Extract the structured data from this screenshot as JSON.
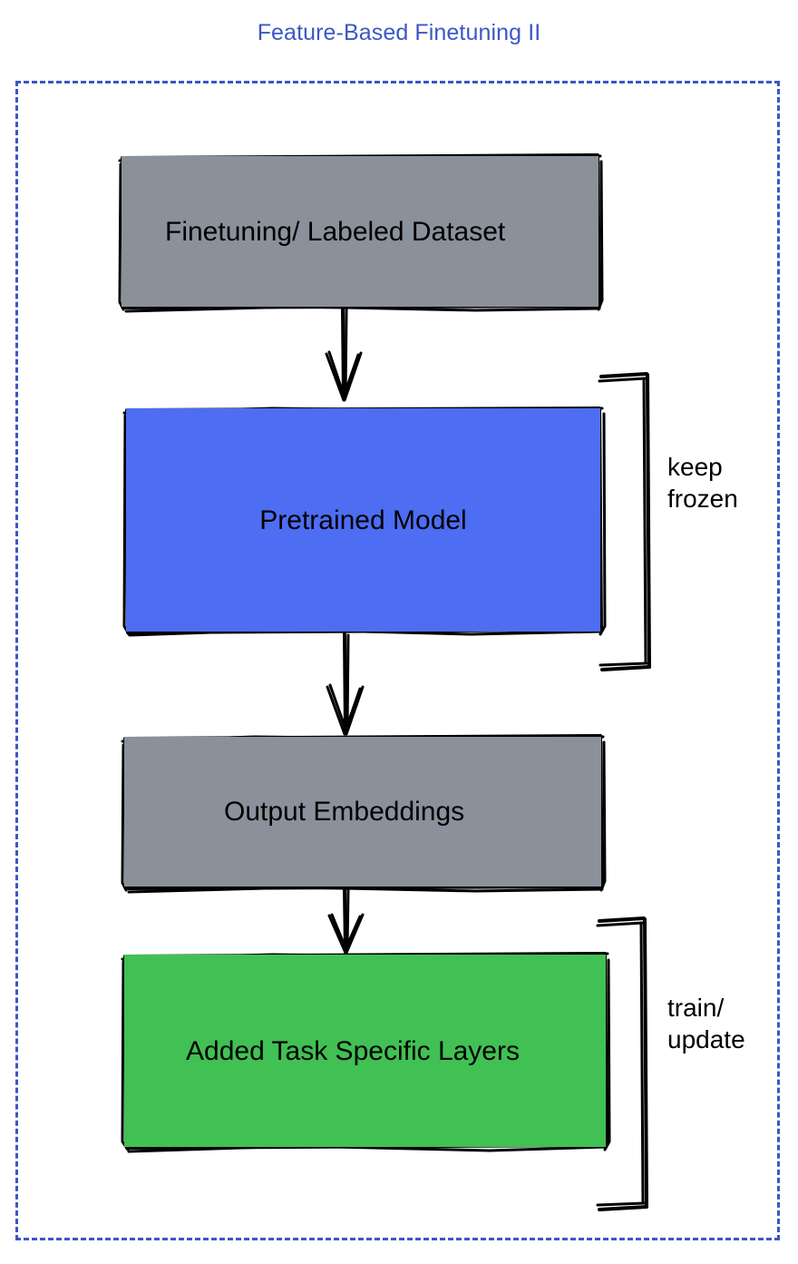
{
  "diagram": {
    "title": "Feature-Based Finetuning II",
    "title_color": "#3c57c6",
    "frame": {
      "style": "dashed",
      "color": "#3c57c6"
    },
    "nodes": [
      {
        "id": "dataset",
        "label": "Finetuning/ Labeled Dataset",
        "fill": "#8a919b",
        "stroke": "#000000",
        "text_color": "#000000"
      },
      {
        "id": "pretrained-model",
        "label": "Pretrained Model",
        "fill": "#4d6df2",
        "stroke": "#000000",
        "text_color": "#000000"
      },
      {
        "id": "output-embeddings",
        "label": "Output Embeddings",
        "fill": "#8a919b",
        "stroke": "#000000",
        "text_color": "#000000"
      },
      {
        "id": "task-layers",
        "label": "Added Task Specific Layers",
        "fill": "#41c054",
        "stroke": "#000000",
        "text_color": "#000000"
      }
    ],
    "annotations": [
      {
        "id": "keep-frozen",
        "label": "keep\nfrozen",
        "targets": "pretrained-model",
        "bracket": "right-square"
      },
      {
        "id": "train-update",
        "label": "train/\nupdate",
        "targets": "task-layers",
        "bracket": "right-square"
      }
    ],
    "edges": [
      {
        "id": "edge-dataset-to-model",
        "from": "dataset",
        "to": "pretrained-model",
        "arrow": "down"
      },
      {
        "id": "edge-model-to-embeddings",
        "from": "pretrained-model",
        "to": "output-embeddings",
        "arrow": "down"
      },
      {
        "id": "edge-embeddings-to-layers",
        "from": "output-embeddings",
        "to": "task-layers",
        "arrow": "down"
      }
    ]
  }
}
